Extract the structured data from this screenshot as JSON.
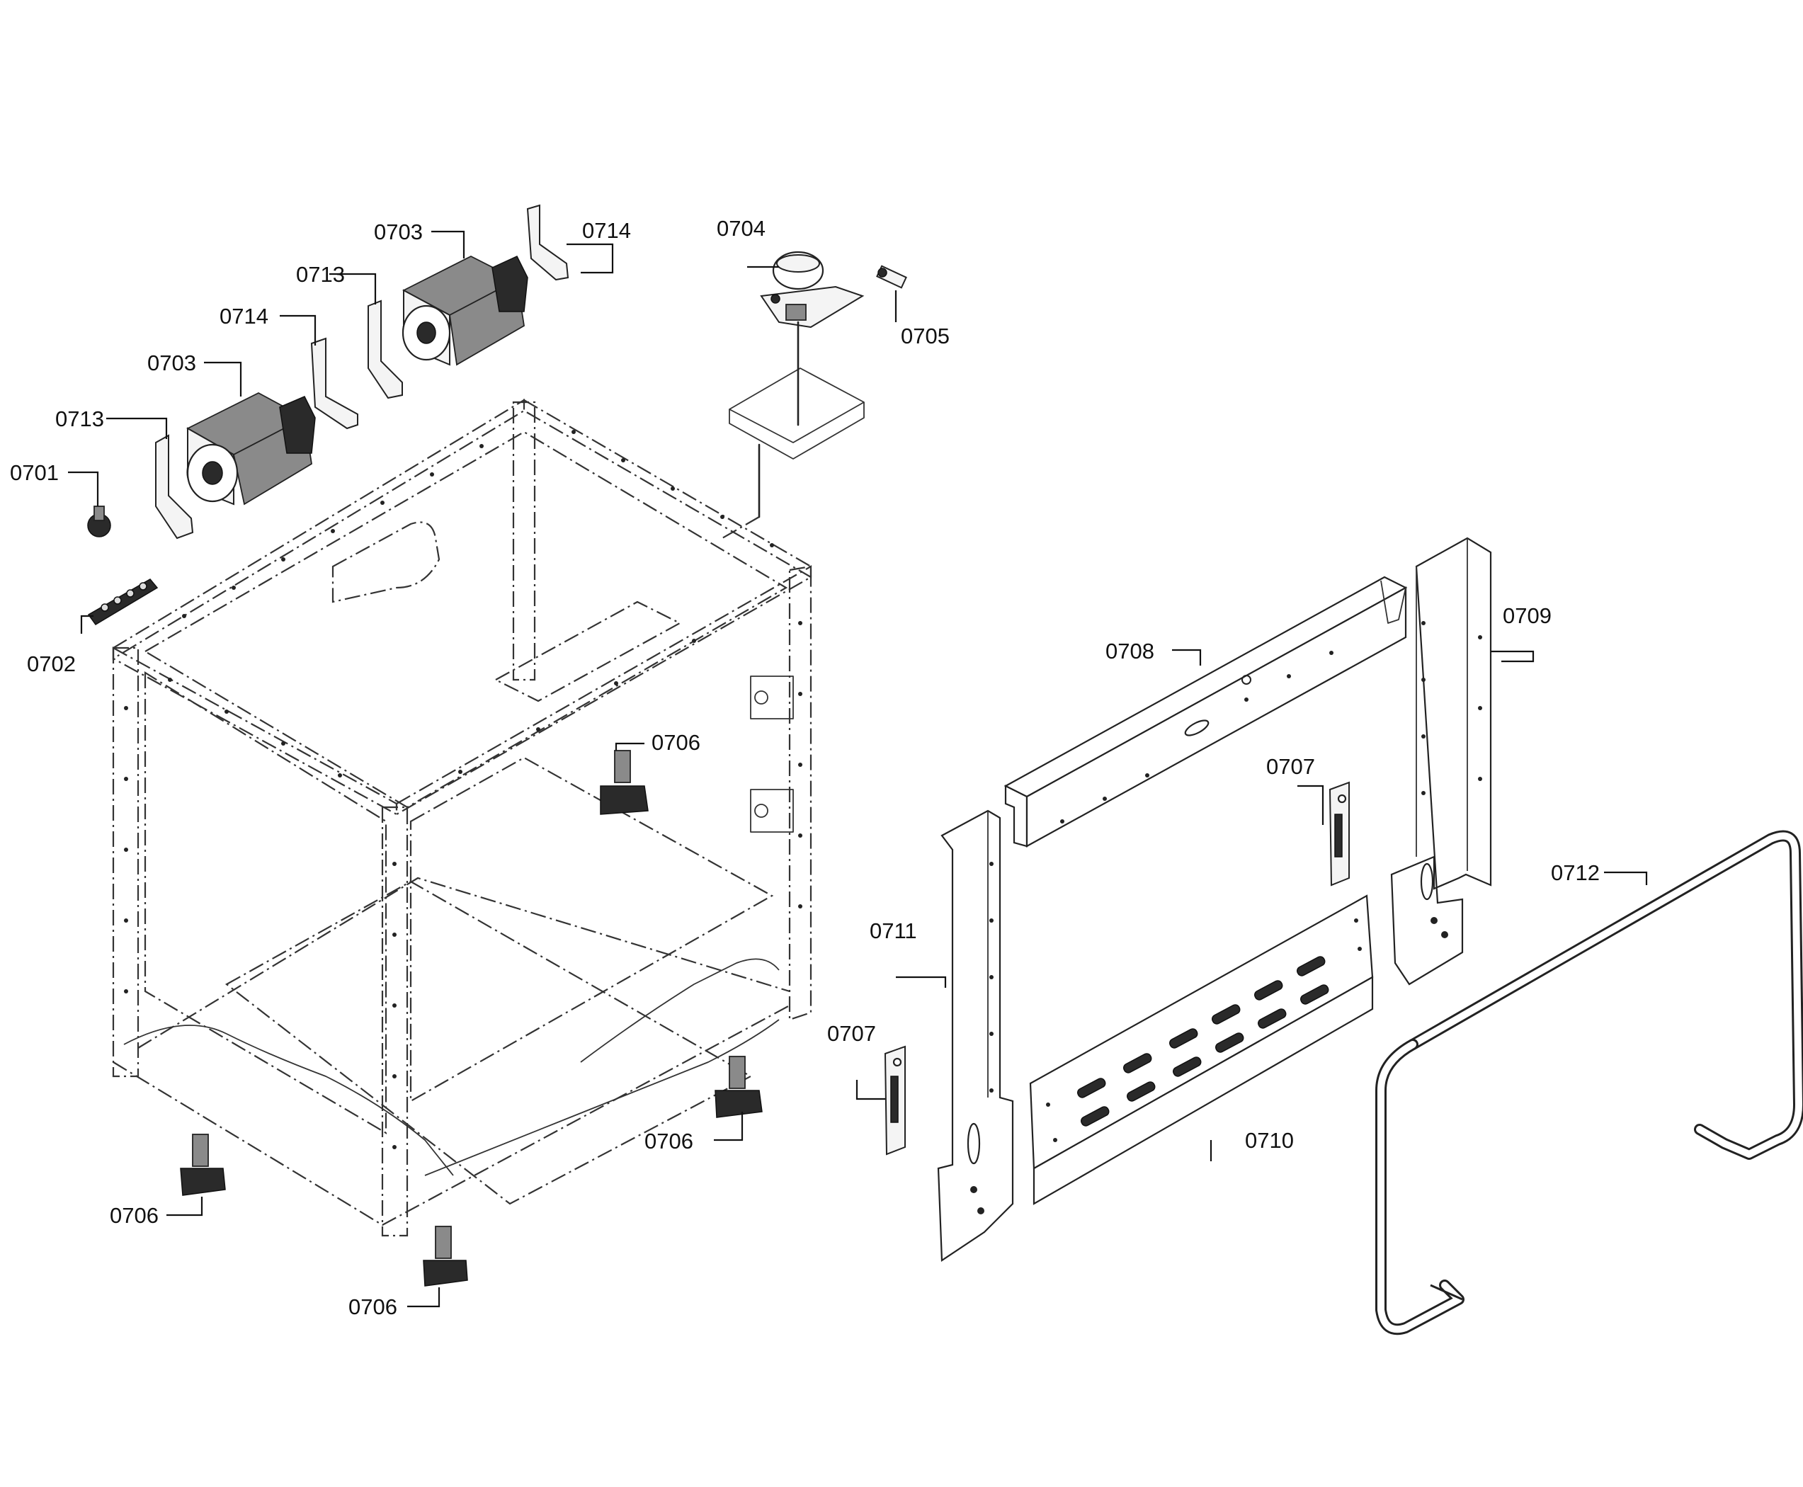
{
  "parts": {
    "p0701": "0701",
    "p0702": "0702",
    "p0703": "0703",
    "p0704": "0704",
    "p0705": "0705",
    "p0706": "0706",
    "p0707": "0707",
    "p0708": "0708",
    "p0709": "0709",
    "p0710": "0710",
    "p0711": "0711",
    "p0712": "0712",
    "p0713": "0713",
    "p0714": "0714"
  }
}
